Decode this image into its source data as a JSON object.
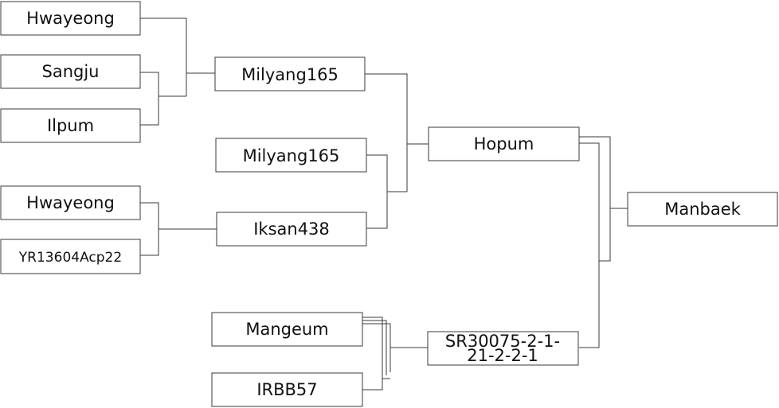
{
  "diagram": {
    "type": "pedigree",
    "nodes": {
      "g1_hwayeong": "Hwayeong",
      "g1_sangju": "Sangju",
      "g1_ilpum": "Ilpum",
      "g1_hwayeong_b": "Hwayeong",
      "g1_yr": "YR13604Acp22",
      "g2_milyang165_a": "Milyang165",
      "g2_milyang165_b": "Milyang165",
      "g2_iksan438": "Iksan438",
      "g2_mangeum": "Mangeum",
      "g2_irbb57": "IRBB57",
      "g3_hopum": "Hopum",
      "g3_sr_line1": "SR30075-2-1-",
      "g3_sr_line2": "21-2-2-1",
      "g4_manbaek": "Manbaek"
    },
    "colors": {
      "line": "#3a3a3a",
      "box_fill": "#ffffff",
      "text": "#111111"
    }
  }
}
